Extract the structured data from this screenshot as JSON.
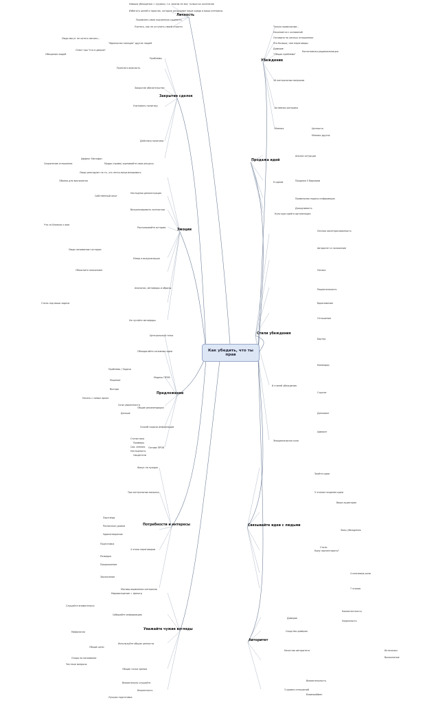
{
  "center": "Как убедить, что ты прав",
  "topics": {
    "lichnost": "Личность",
    "zakrytye": "Закрытие сделок",
    "emocii": "Эмоции",
    "predlozhenie": "Предложение",
    "potrebnosti": "Потребности и интересы",
    "vzgliady": "Уважайте чужие взгляды",
    "ubezhdenie": "Убеждение",
    "prodazha": "Продажа идей",
    "stili": "Стили убеждения",
    "svyazyvat": "Связывайте идеи с людьми",
    "avtoritet": "Авторитет"
  },
  "leaves": {
    "l": [
      "Навыки убеждения = грузики, т.е. важны не все, только их сочетание",
      "Избегать целей и практик, которые разрушают ваше кредо и ваши интересы",
      "Проявлять свою подлинную сущность",
      "Учитесь, как не уступать своей страсти"
    ],
    "z": [
      "Люди могут не хотеть менять...",
      "\"Идеальная позиция\" других людей",
      "Проблемы",
      "Ответ про \"кто в дверях\"",
      "Обещания людей",
      "Признать важность",
      "Закрытие обязательства",
      "Учитывать политику",
      "Действия политики",
      "Аффект Метафон",
      "Сохранение отношения",
      "Мудро (прямо) оценивайте свои ресурсы"
    ],
    "e": [
      "Люди реагируют на то, что легко визуализировать",
      "Образы для восприятия",
      "Собственный опыт",
      "Наглядная демонстрация",
      "Визуализировать полностью",
      "Рассказывайте истории",
      "Что-то близкое к вам",
      "Люди запоминают истории",
      "Юмор и визуализация",
      "Объясните описанием",
      "Аналогии, метафоры и образы",
      "Стиль под ваши задачи",
      "Не путайте метафоры"
    ],
    "p": [
      "Центральный тезис",
      "Объединяйте основные идеи",
      "Модель ПРОВ",
      "Проблема / Задача",
      "Решение",
      "Выгода",
      "Общие рекомендации",
      "Начать с самых ярких",
      "Сила уверенности",
      "Дальше",
      "Способ подачи информации",
      "Основа ПРОВ",
      "Статистика",
      "Примеры",
      "Сов. мнения",
      "Наглядность",
      "Свидетели"
    ],
    "pi": [
      "Фокус на нуждах",
      "Три контрольных вопроса",
      "Партнёры",
      "Различные уровни",
      "Удовлетворение",
      "4 этапа переговоров",
      "Подготовка",
      "Разведка",
      "Предложение",
      "Заключение",
      "Мотивы выявления интересов"
    ],
    "v": [
      "Мировоззрение = фильтр",
      "Собирайте информацию",
      "Слушайте внимательно",
      "Используйте общие ценности",
      "Мифология",
      "Общие цели",
      "Опора на понимание",
      "Честные вопросы",
      "Общие точки зрения",
      "Внимательно слушайте",
      "Искренность",
      "Лучшая подготовка"
    ],
    "u": [
      "Только правильные...",
      "Начинается с оснований",
      "Основано на личных отношениях",
      "Это больше, чем переговоры",
      "Доверие",
      "\"Общая проблема\"",
      "Когнитивная рационализация",
      "10 контрольных вопросов",
      "Активная риторика",
      "Мнения",
      "Ценности",
      "Мнение других"
    ],
    "pr": [
      "Анализ ситуации",
      "Продажа 5 барьеров",
      "Правильная подача информации",
      "Доходчивость",
      "Культура идей в организации",
      "К идеям"
    ],
    "s": [
      "Личная заинтересованность",
      "Авторитет и положение",
      "Логика",
      "Рациональность",
      "Вдохновение",
      "Отношения",
      "Бартер",
      "Командир",
      "Стратег",
      "Дипломат",
      "Адвокат",
      "6 стилей убеждения",
      "Эмоциональная сила"
    ],
    "sv": [
      "Знайте идеи",
      "5 этапов создания идеи",
      "Ваша аудитория",
      "Стиль",
      "Кому презентовать?",
      "Зоны убеждения",
      "4 ключевых роли",
      "7 этапов"
    ],
    "a": [
      "Доверие",
      "Компетентность",
      "Надежность",
      "Сходство доверия",
      "Качество авторитета",
      "Источники",
      "Выполнение",
      "3 уровня отношений",
      "Внимательность",
      "Взаимообмен"
    ]
  }
}
